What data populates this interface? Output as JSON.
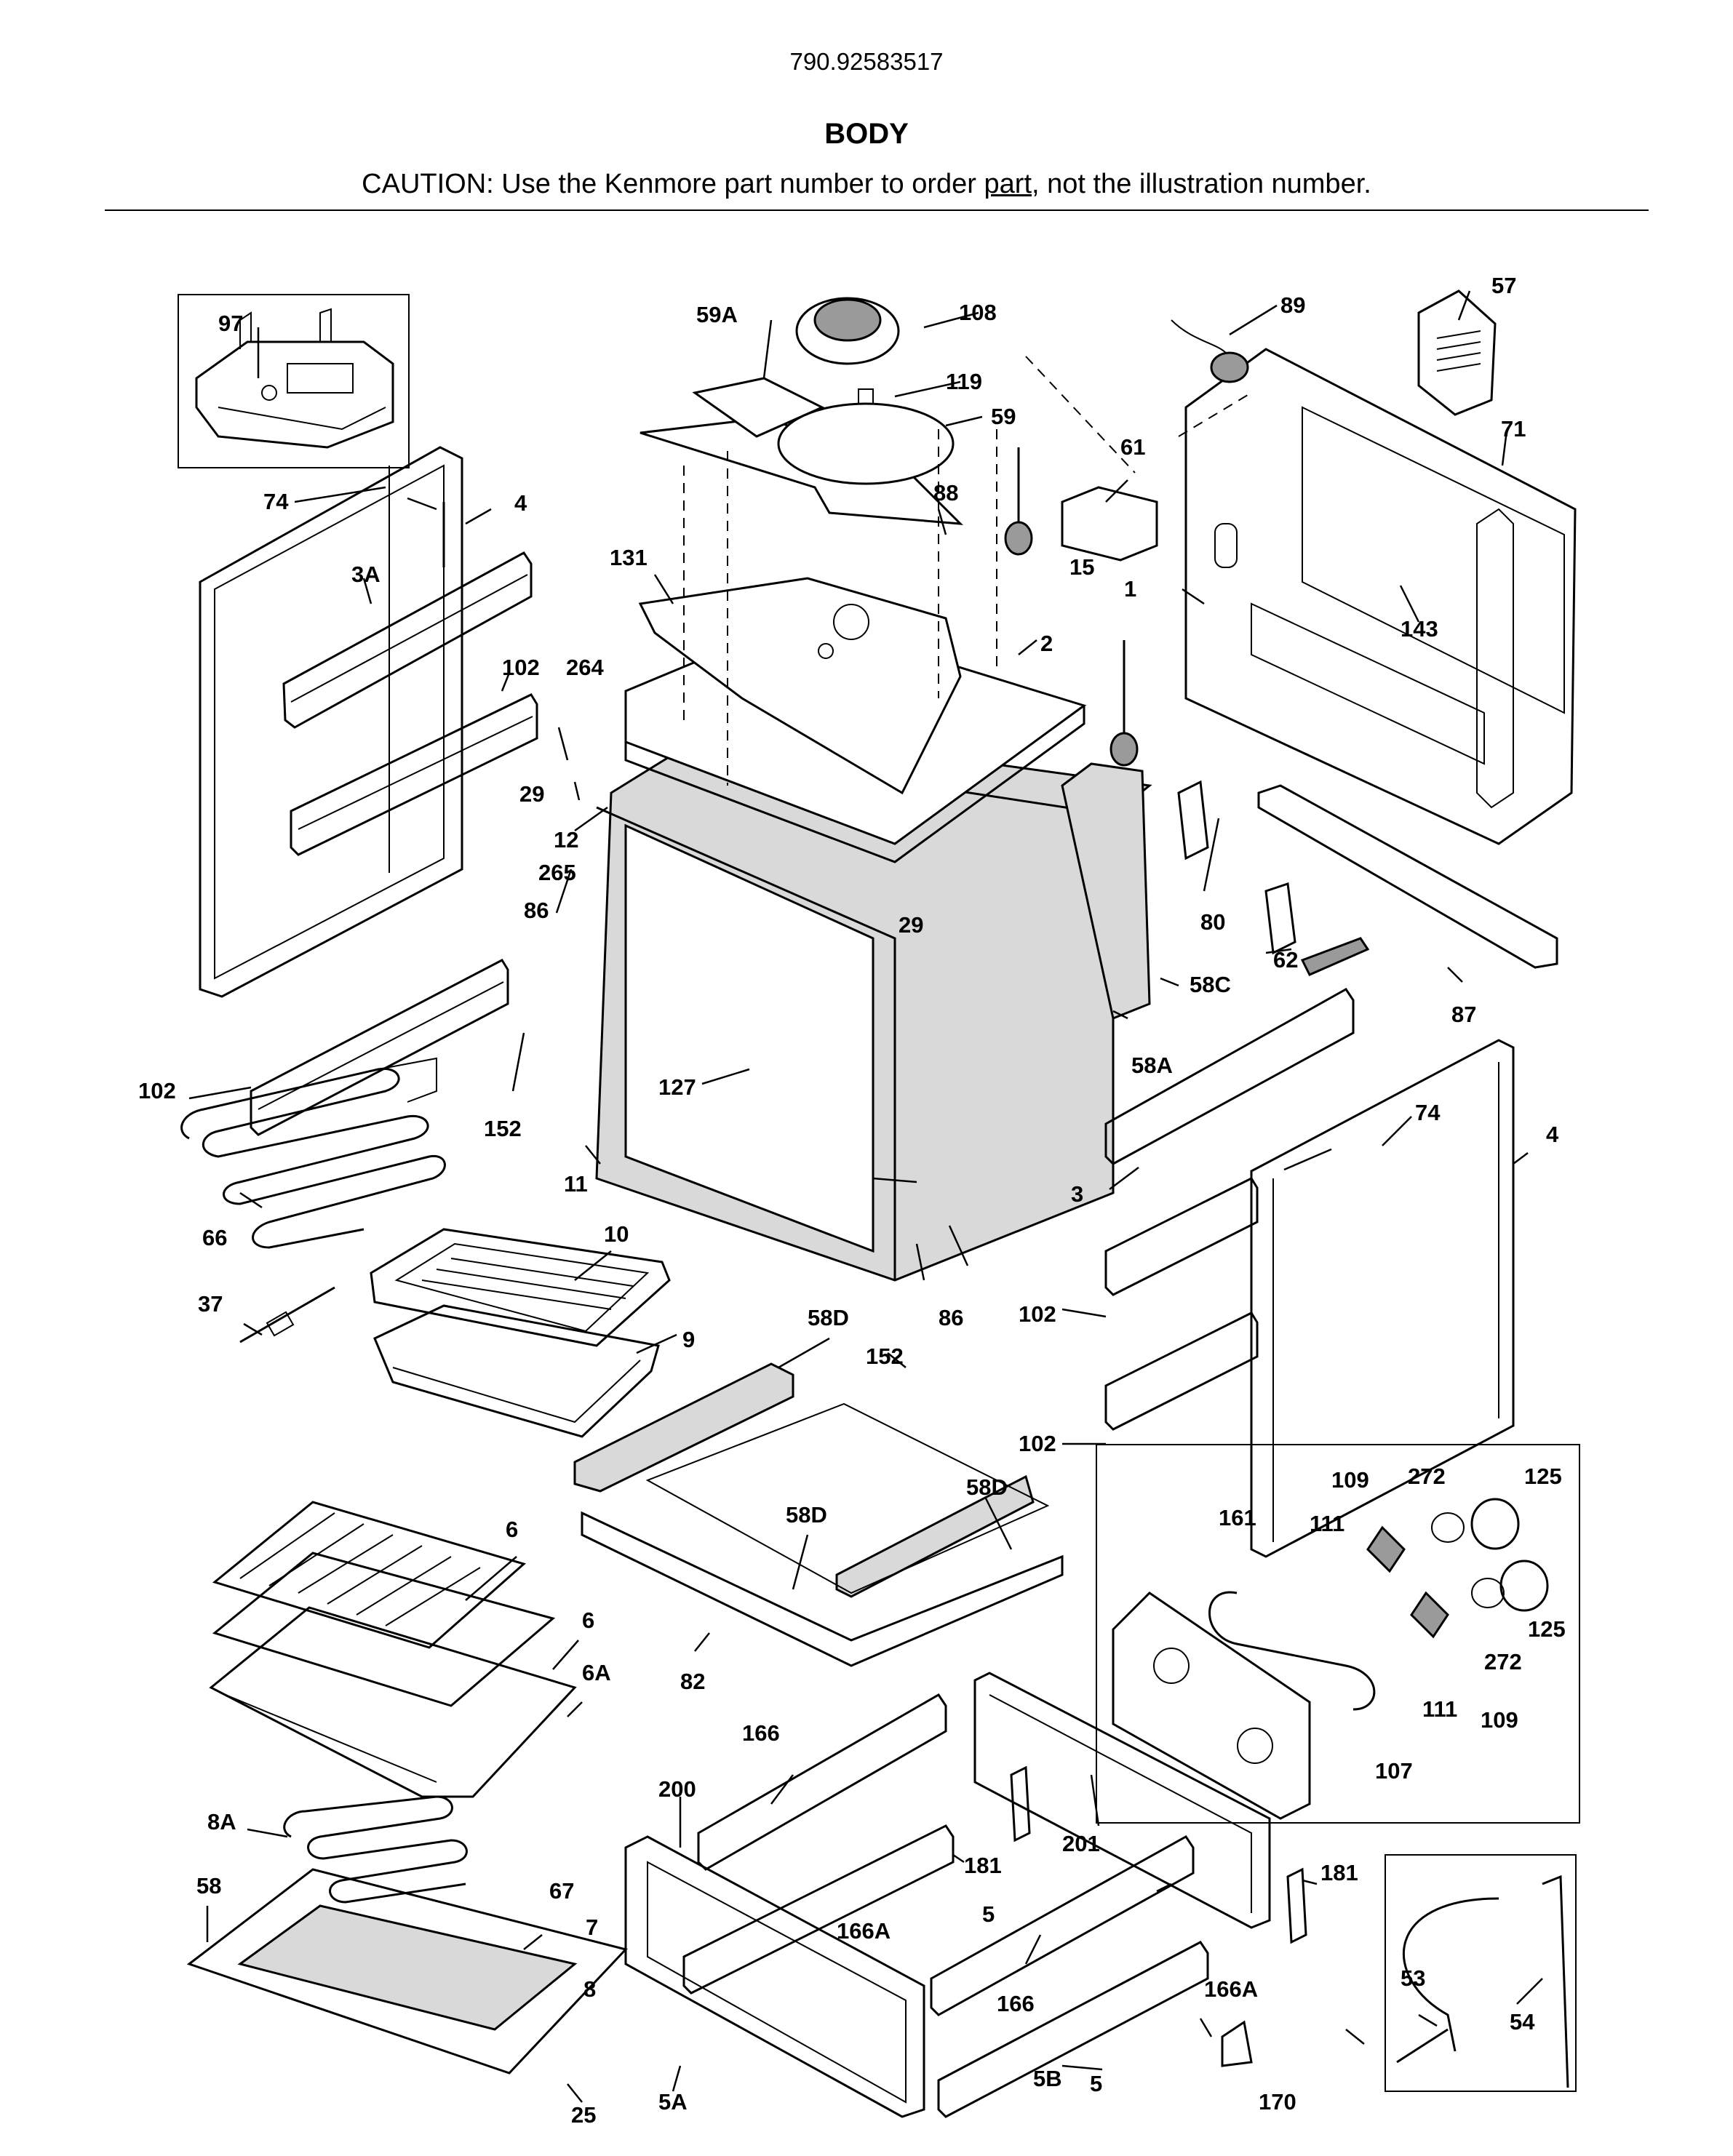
{
  "header": {
    "model_number": "790.92583517",
    "title": "BODY",
    "caution_before": "CAUTION: Use the Kenmore part number to order ",
    "caution_link": "part",
    "caution_after": ", not the illustration number."
  },
  "callouts": [
    "97",
    "74",
    "4",
    "3A",
    "102",
    "264",
    "29",
    "12",
    "265",
    "86",
    "102",
    "152",
    "127",
    "11",
    "66",
    "10",
    "37",
    "9",
    "59A",
    "108",
    "119",
    "59",
    "88",
    "131",
    "2",
    "15",
    "61",
    "89",
    "57",
    "71",
    "1",
    "143",
    "80",
    "62",
    "58C",
    "58A",
    "87",
    "29",
    "74",
    "4",
    "3",
    "102",
    "102",
    "86",
    "152",
    "58D",
    "58D",
    "58D",
    "82",
    "6",
    "6",
    "6A",
    "109",
    "272",
    "125",
    "161",
    "111",
    "125",
    "272",
    "111",
    "109",
    "107",
    "166",
    "200",
    "201",
    "181",
    "181",
    "8A",
    "58",
    "67",
    "7",
    "8",
    "166A",
    "5",
    "166",
    "166A",
    "5A",
    "5B",
    "5",
    "25",
    "53",
    "54",
    "170"
  ]
}
